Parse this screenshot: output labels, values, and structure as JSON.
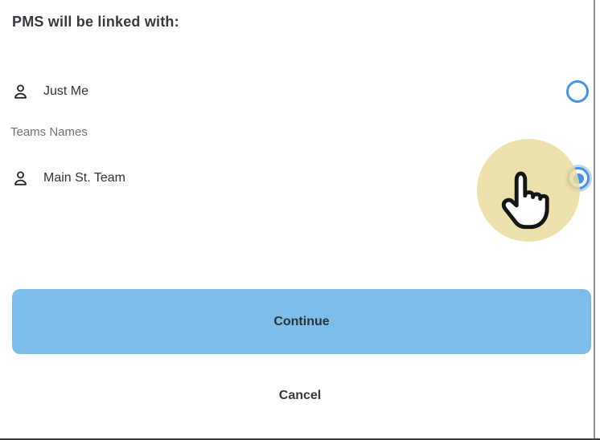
{
  "dialog": {
    "title": "PMS will be linked with:",
    "group_label": "Teams Names",
    "options": [
      {
        "label": "Just Me",
        "icon": "person-icon",
        "selected": false
      },
      {
        "label": "Main St. Team",
        "icon": "person-icon",
        "selected": true
      }
    ],
    "continue_label": "Continue",
    "cancel_label": "Cancel"
  },
  "click_indicator": {
    "icon": "pointer-hand-icon",
    "target": "Main St. Team radio",
    "highlight_color": "#e9db9e"
  },
  "colors": {
    "radio_blue": "#4794e4",
    "continue_bg": "#7cbde9",
    "continue_text": "#2b3238",
    "cancel_text": "#343a40",
    "title_text": "#343a40",
    "option_text": "#2f353b",
    "group_label_text": "#6c757d",
    "highlight_circle": "#e9db9e",
    "right_border": "#909090",
    "bottom_border": "#3f3f3f"
  }
}
